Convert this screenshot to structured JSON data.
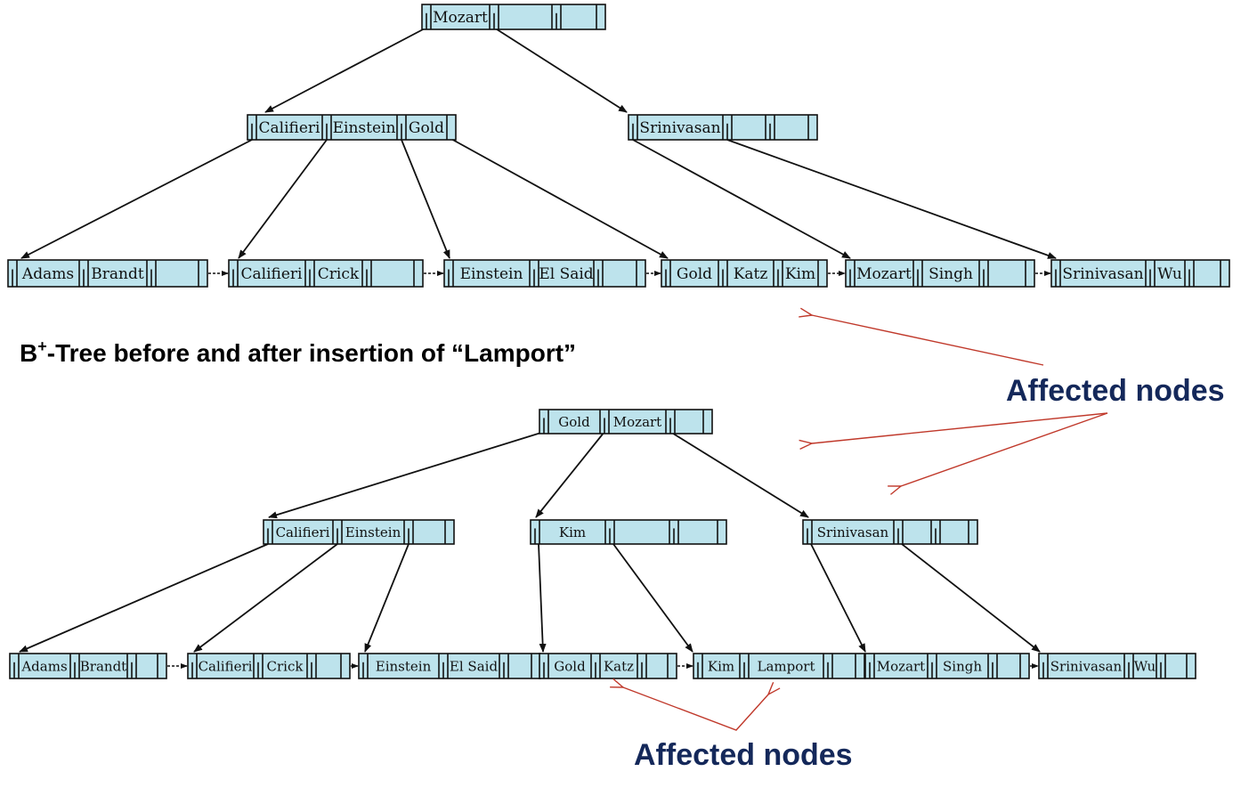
{
  "title_prefix": "B",
  "title_sup": "+",
  "title_rest": "-Tree before and after insertion of “Lamport”",
  "affected_label_top": "Affected nodes",
  "affected_label_bottom": "Affected nodes",
  "colors": {
    "node_fill": "#bde3ec",
    "annotation_red": "#c0392b",
    "annotation_text": "#14285a"
  },
  "before": {
    "root": {
      "keys": [
        "Mozart",
        "",
        ""
      ]
    },
    "internal": [
      {
        "keys": [
          "Califieri",
          "Einstein",
          "Gold"
        ]
      },
      {
        "keys": [
          "Srinivasan",
          "",
          ""
        ]
      }
    ],
    "leaves": [
      {
        "keys": [
          "Adams",
          "Brandt",
          ""
        ]
      },
      {
        "keys": [
          "Califieri",
          "Crick",
          ""
        ]
      },
      {
        "keys": [
          "Einstein",
          "El Said",
          ""
        ]
      },
      {
        "keys": [
          "Gold",
          "Katz",
          "Kim"
        ]
      },
      {
        "keys": [
          "Mozart",
          "Singh",
          ""
        ]
      },
      {
        "keys": [
          "Srinivasan",
          "Wu",
          ""
        ]
      }
    ]
  },
  "after": {
    "root": {
      "keys": [
        "Gold",
        "Mozart",
        ""
      ]
    },
    "internal": [
      {
        "keys": [
          "Califieri",
          "Einstein",
          ""
        ]
      },
      {
        "keys": [
          "Kim",
          "",
          ""
        ]
      },
      {
        "keys": [
          "Srinivasan",
          "",
          ""
        ]
      }
    ],
    "leaves": [
      {
        "keys": [
          "Adams",
          "Brandt",
          ""
        ]
      },
      {
        "keys": [
          "Califieri",
          "Crick",
          ""
        ]
      },
      {
        "keys": [
          "Einstein",
          "El Said",
          ""
        ]
      },
      {
        "keys": [
          "Gold",
          "Katz",
          ""
        ]
      },
      {
        "keys": [
          "Kim",
          "Lamport",
          ""
        ]
      },
      {
        "keys": [
          "Mozart",
          "Singh",
          ""
        ]
      },
      {
        "keys": [
          "Srinivasan",
          "Wu",
          ""
        ]
      }
    ]
  }
}
